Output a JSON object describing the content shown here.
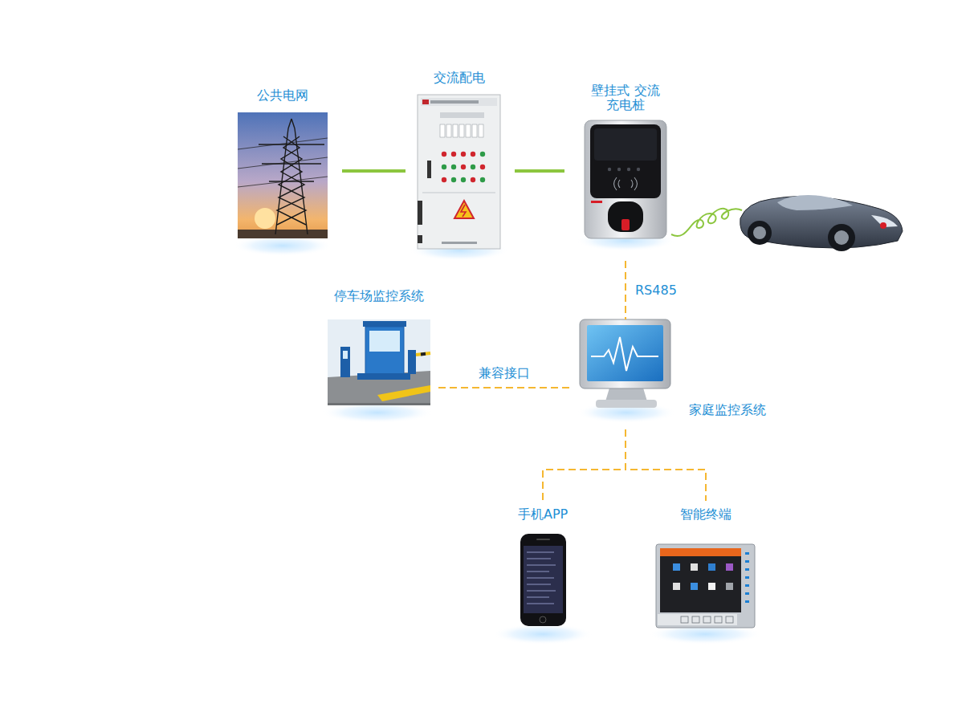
{
  "diagram": {
    "nodes": [
      {
        "text": [
          "公共电网"
        ]
      },
      {
        "text": [
          "交流配电"
        ]
      },
      {
        "text": [
          "壁挂式 交流充电桩"
        ]
      },
      {
        "text": [
          "停车场监控系统"
        ]
      },
      {
        "text": [
          "家庭监控系统"
        ]
      },
      {
        "text": [
          "手机APP"
        ]
      },
      {
        "text": [
          "智能终端"
        ]
      }
    ],
    "edges": [
      {
        "from": 0,
        "to": 1,
        "arrow": "none"
      },
      {
        "from": 1,
        "to": 2,
        "arrow": "none"
      },
      {
        "from": 2,
        "to": 4,
        "arrow": "none",
        "label": "RS485"
      },
      {
        "from": 3,
        "to": 4,
        "arrow": "none",
        "label": "兼容接口"
      },
      {
        "from": 4,
        "to": 5,
        "arrow": "none"
      },
      {
        "from": 4,
        "to": 6,
        "arrow": "none"
      }
    ]
  }
}
